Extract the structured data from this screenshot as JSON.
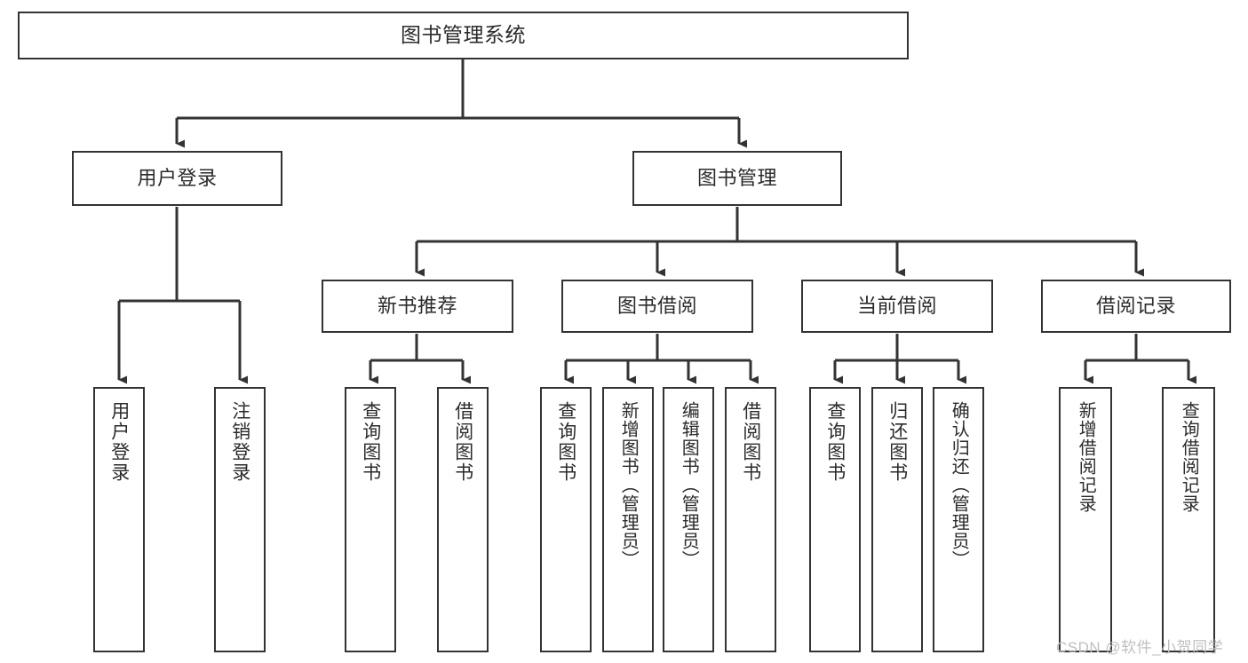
{
  "diagram": {
    "title": "图书管理系统",
    "type": "functional-structure-tree",
    "watermark": "CSDN @软件_小贺同学",
    "colors": {
      "box_border": "#333333",
      "box_fill": "#ffffff",
      "text": "#2b2b2b",
      "edge": "#333333",
      "watermark": "#bfbfbf",
      "background": "#ffffff"
    },
    "levels": [
      {
        "level": 1,
        "nodes": [
          {
            "id": "root",
            "label": "图书管理系统",
            "orientation": "horizontal"
          }
        ]
      },
      {
        "level": 2,
        "nodes": [
          {
            "id": "user-login",
            "label": "用户登录",
            "orientation": "horizontal",
            "parent": "root"
          },
          {
            "id": "book-manage",
            "label": "图书管理",
            "orientation": "horizontal",
            "parent": "root"
          }
        ]
      },
      {
        "level": 3,
        "nodes": [
          {
            "id": "new-book-rec",
            "label": "新书推荐",
            "orientation": "horizontal",
            "parent": "book-manage"
          },
          {
            "id": "book-borrow",
            "label": "图书借阅",
            "orientation": "horizontal",
            "parent": "book-manage"
          },
          {
            "id": "current-borrow",
            "label": "当前借阅",
            "orientation": "horizontal",
            "parent": "book-manage"
          },
          {
            "id": "borrow-record",
            "label": "借阅记录",
            "orientation": "horizontal",
            "parent": "book-manage"
          }
        ]
      },
      {
        "level": 4,
        "nodes": [
          {
            "id": "leaf-user-login",
            "label": "用户登录",
            "orientation": "vertical",
            "parent": "user-login"
          },
          {
            "id": "leaf-logout-login",
            "label": "注销登录",
            "orientation": "vertical",
            "parent": "user-login"
          },
          {
            "id": "leaf-query-book-1",
            "label": "查询图书",
            "orientation": "vertical",
            "parent": "new-book-rec"
          },
          {
            "id": "leaf-borrow-book-1",
            "label": "借阅图书",
            "orientation": "vertical",
            "parent": "new-book-rec"
          },
          {
            "id": "leaf-query-book-2",
            "label": "查询图书",
            "orientation": "vertical",
            "parent": "book-borrow"
          },
          {
            "id": "leaf-add-book",
            "label": "新增图书（管理员）",
            "orientation": "vertical",
            "parent": "book-borrow"
          },
          {
            "id": "leaf-edit-book",
            "label": "编辑图书（管理员）",
            "orientation": "vertical",
            "parent": "book-borrow"
          },
          {
            "id": "leaf-borrow-book-2",
            "label": "借阅图书",
            "orientation": "vertical",
            "parent": "book-borrow"
          },
          {
            "id": "leaf-query-book-3",
            "label": "查询图书",
            "orientation": "vertical",
            "parent": "current-borrow"
          },
          {
            "id": "leaf-return-book",
            "label": "归还图书",
            "orientation": "vertical",
            "parent": "current-borrow"
          },
          {
            "id": "leaf-confirm-return",
            "label": "确认归还（管理员）",
            "orientation": "vertical",
            "parent": "current-borrow"
          },
          {
            "id": "leaf-add-record",
            "label": "新增借阅记录",
            "orientation": "vertical",
            "parent": "borrow-record"
          },
          {
            "id": "leaf-query-record",
            "label": "查询借阅记录",
            "orientation": "vertical",
            "parent": "borrow-record"
          }
        ]
      }
    ]
  }
}
